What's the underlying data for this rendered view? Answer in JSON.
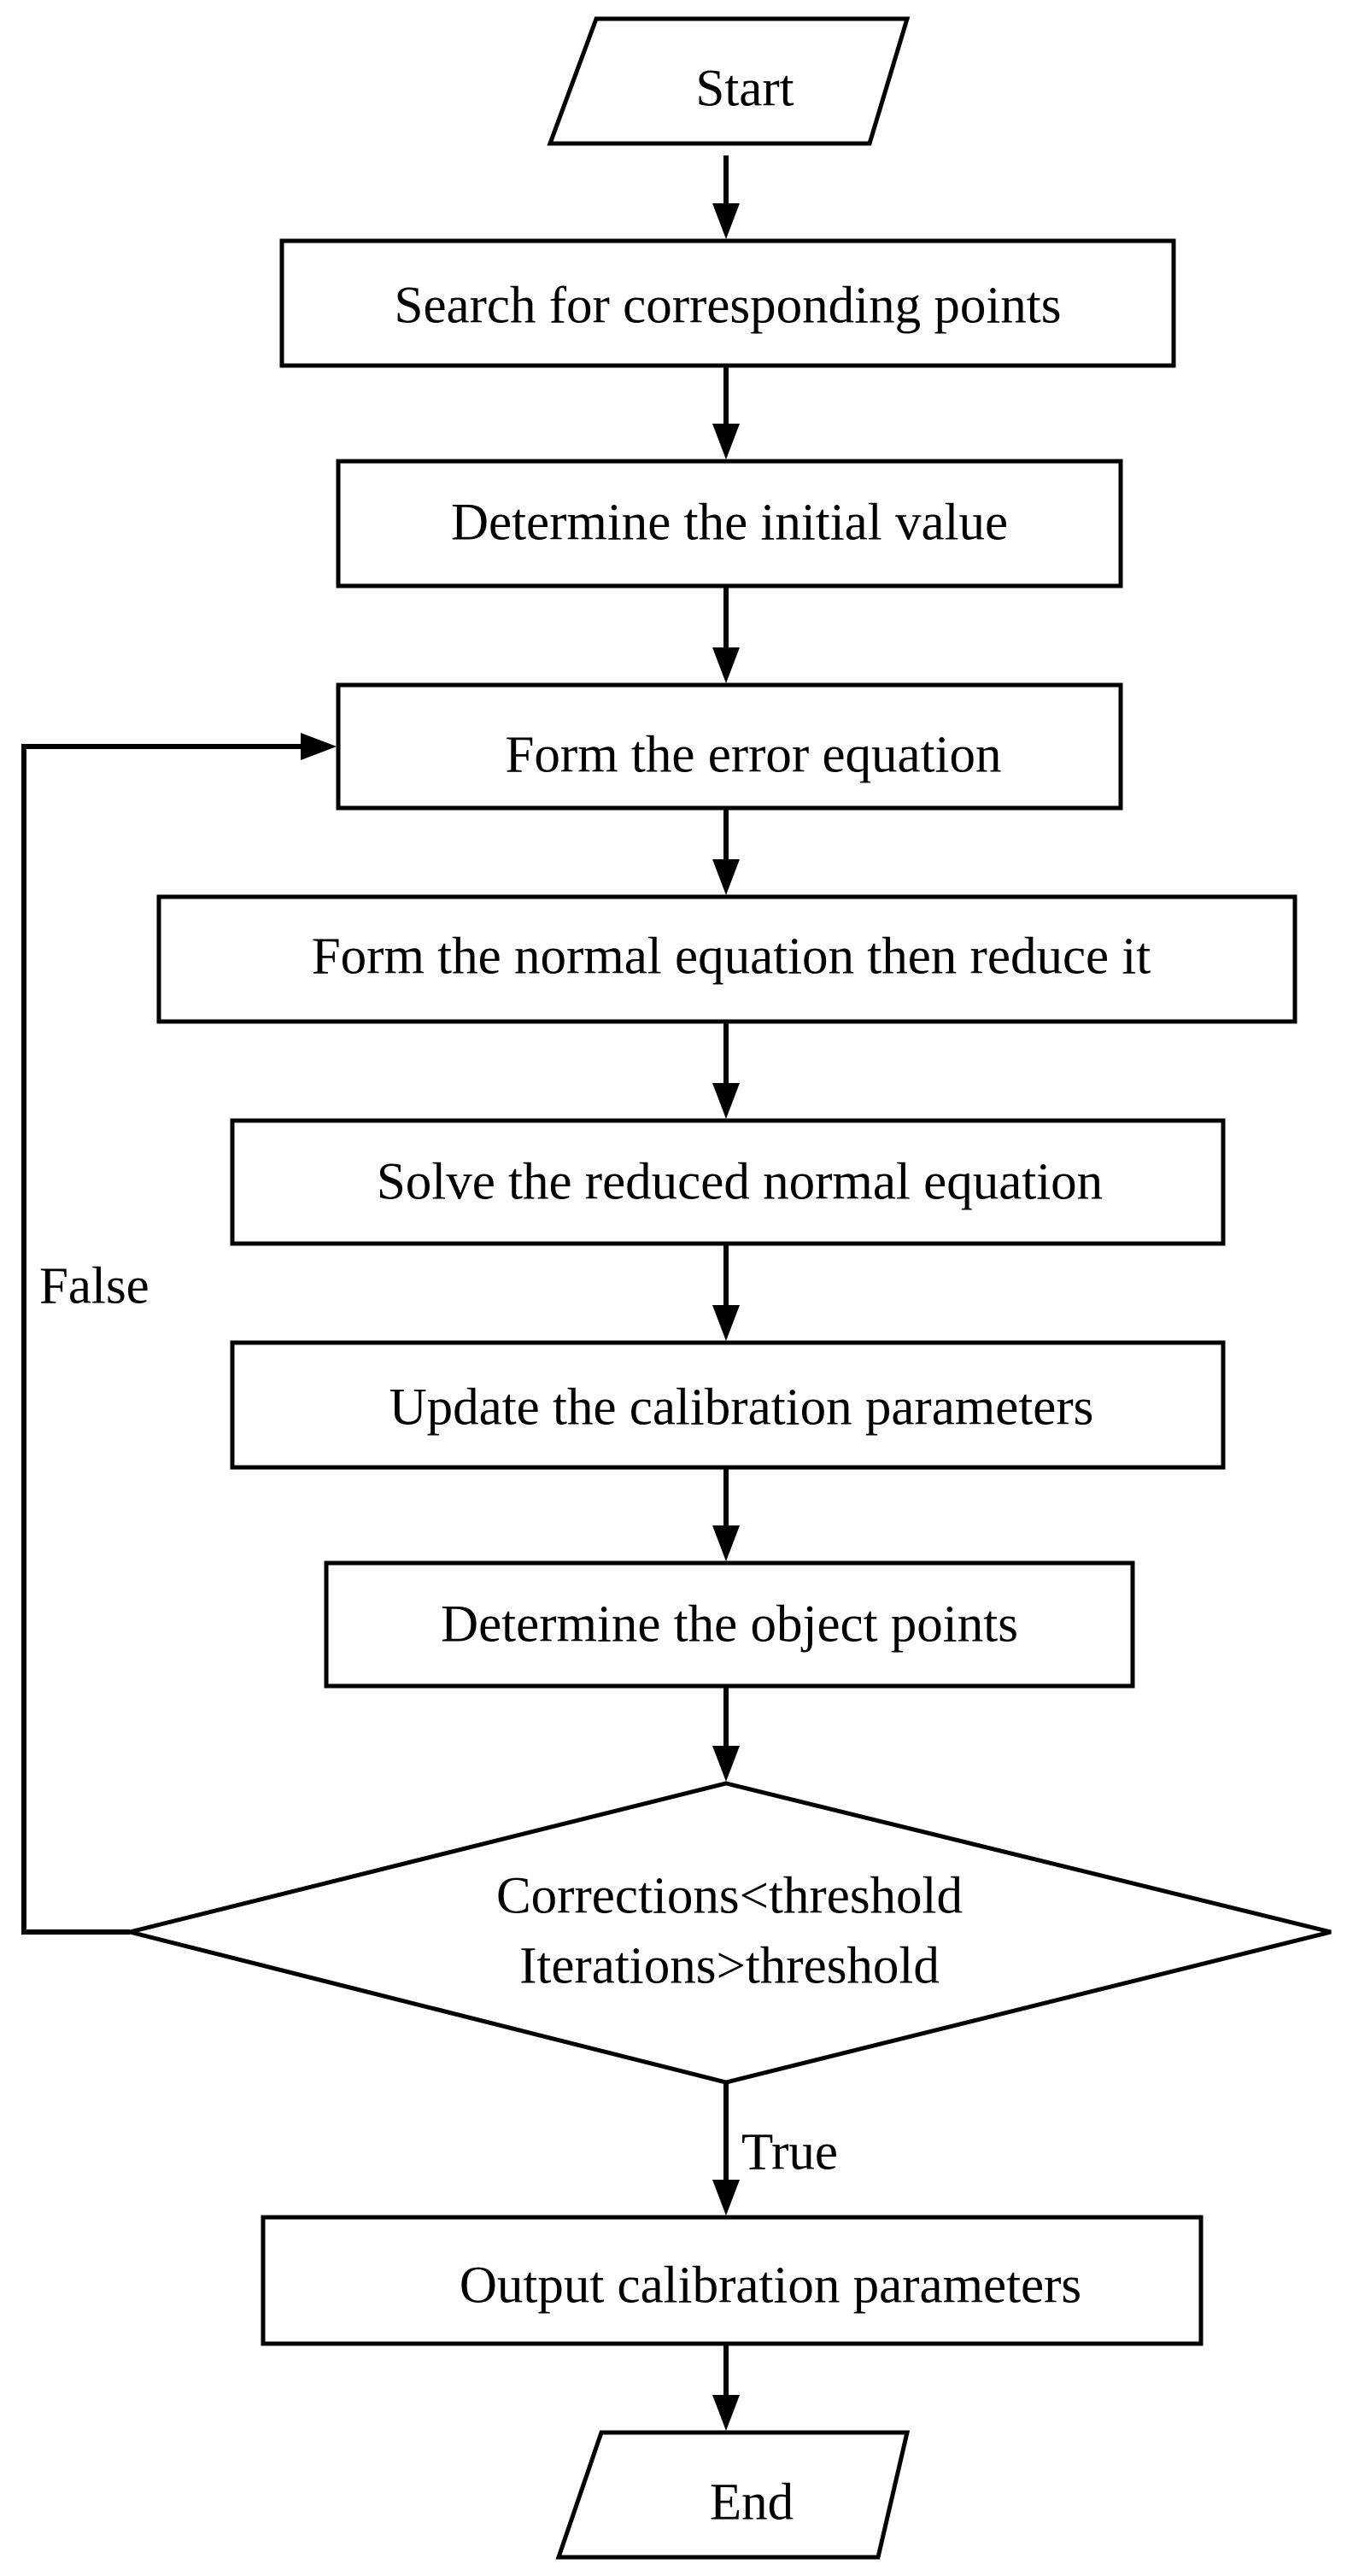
{
  "nodes": {
    "start": "Start",
    "search": "Search for corresponding points",
    "initial": "Determine the initial value",
    "error_eq": "Form the error equation",
    "normal_eq": "Form the normal equation then reduce it",
    "solve": "Solve the reduced normal equation",
    "update": "Update the calibration parameters",
    "object": "Determine the object points",
    "decision_line1": "Corrections<threshold",
    "decision_line2": "Iterations>threshold",
    "output": "Output calibration parameters",
    "end": "End"
  },
  "edges": {
    "false_label": "False",
    "true_label": "True"
  },
  "colors": {
    "stroke": "#000000",
    "fill": "#ffffff",
    "text": "#000000"
  }
}
